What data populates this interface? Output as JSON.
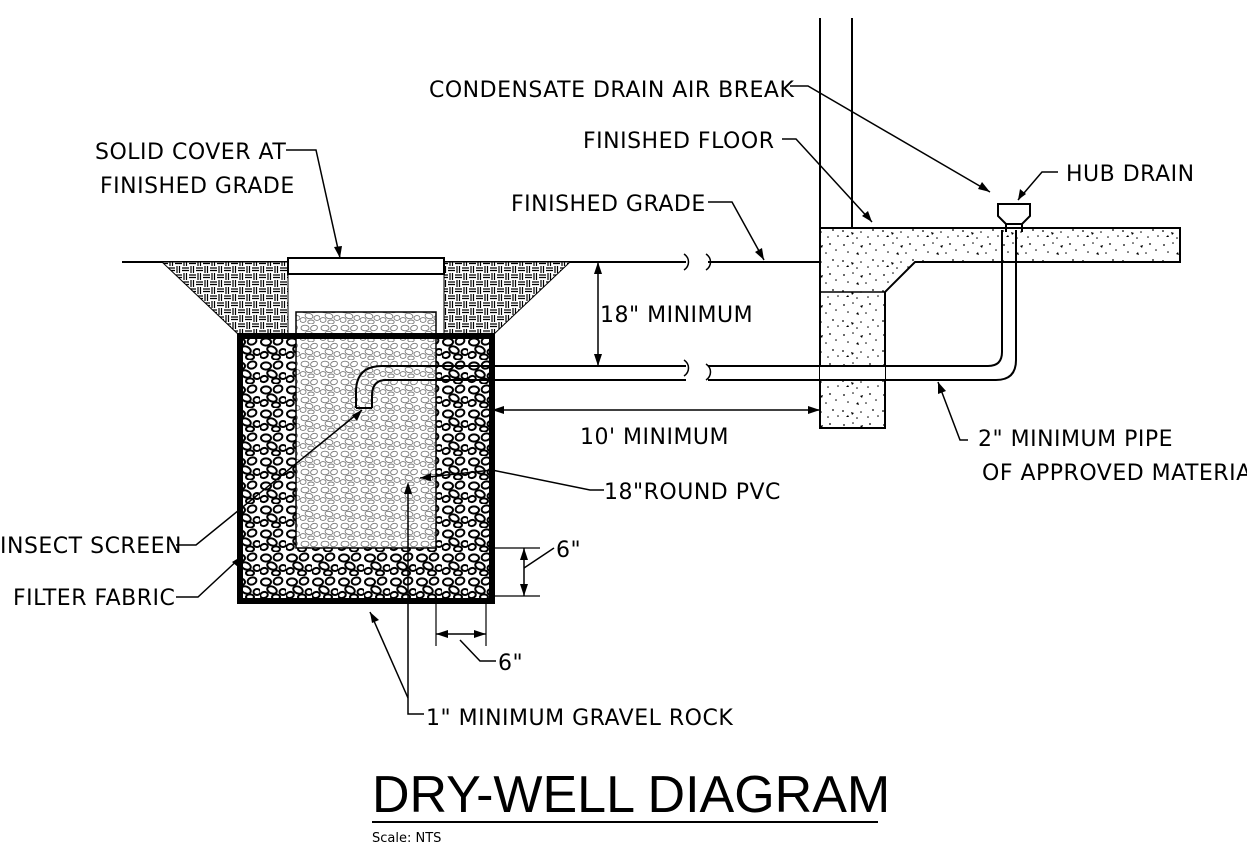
{
  "title": "DRY-WELL DIAGRAM",
  "scale": "Scale: NTS",
  "labels": {
    "condensate": "CONDENSATE DRAIN AIR BREAK",
    "finished_floor": "FINISHED FLOOR",
    "hub_drain": "HUB DRAIN",
    "solid_cover_1": "SOLID COVER AT",
    "solid_cover_2": "FINISHED GRADE",
    "finished_grade": "FINISHED GRADE",
    "eighteen_min": "18\" MINIMUM",
    "ten_min": "10' MINIMUM",
    "pipe_1": "2\" MINIMUM PIPE",
    "pipe_2": "OF APPROVED MATERIAL",
    "round_pvc": "18\"ROUND PVC",
    "insect_screen": "INSECT SCREEN",
    "filter_fabric": "FILTER FABRIC",
    "six_right": "6\"",
    "six_bottom": "6\"",
    "gravel": "1\" MINIMUM GRAVEL ROCK"
  },
  "colors": {
    "line": "#000000",
    "background": "#ffffff",
    "concrete_fill": "#ffffff"
  }
}
